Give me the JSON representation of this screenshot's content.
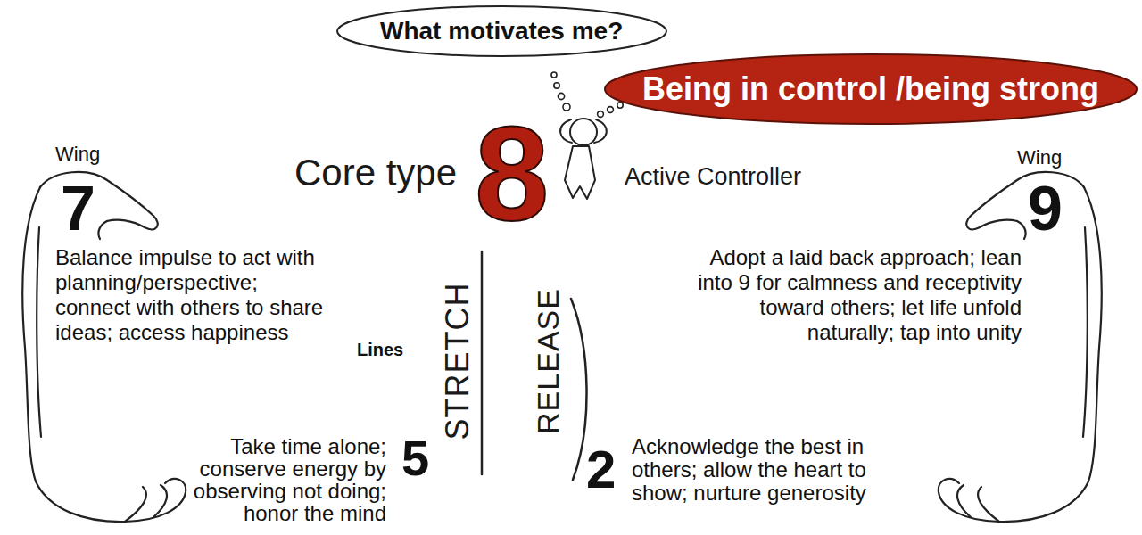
{
  "diagram": {
    "nodes": [
      {
        "text": [
          "What motivates me?"
        ]
      },
      {
        "text": [
          "Being in control /being strong"
        ]
      },
      {
        "text": [
          "Wing",
          "7",
          "Balance impulse to act with planning/perspective; connect with others to share ideas; access happiness"
        ]
      },
      {
        "text": [
          "Wing",
          "9",
          "Adopt a laid back approach; lean into 9 for calmness and receptivity toward others; let life unfold naturally; tap into unity"
        ]
      }
    ],
    "labels": [
      "Core type",
      "8",
      "Active Controller",
      "Lines",
      "STRETCH",
      "RELEASE",
      "Take time alone; conserve energy by observing not doing; honor the mind",
      "5",
      "2",
      "Acknowledge the best in others; allow the heart to show; nurture generosity"
    ]
  }
}
